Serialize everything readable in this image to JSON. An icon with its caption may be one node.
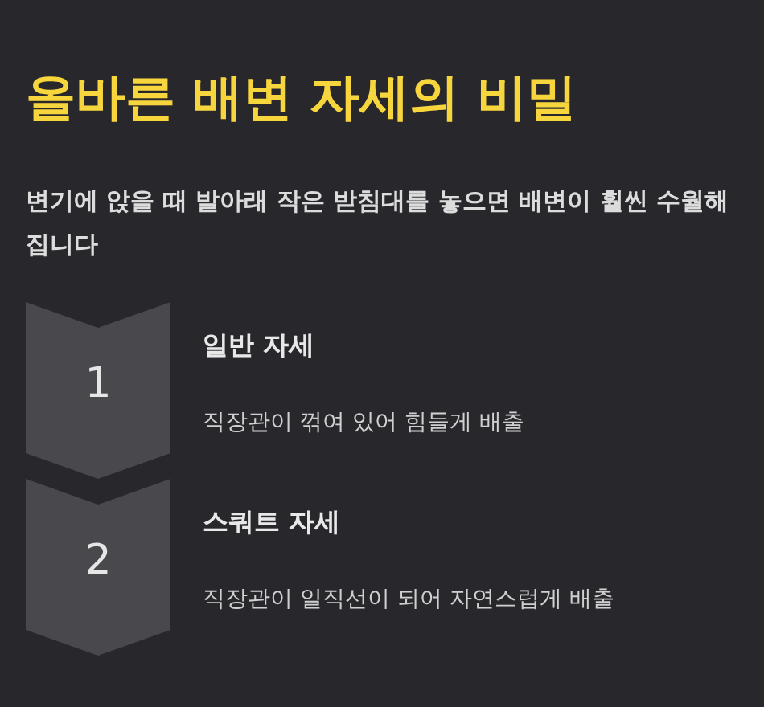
{
  "diagram": {
    "title": "올바른 배변 자세의 비밀",
    "nodes": [
      {
        "text": [
          "1"
        ],
        "beside": [
          "일반 자세",
          "직장관이 꺾여 있어 힘들게 배출"
        ]
      },
      {
        "text": [
          "2"
        ],
        "beside": [
          "스쿼트 자세",
          "직장관이 일직선이 되어 자연스럽게 배출"
        ]
      }
    ],
    "labels": [
      "변기에 앉을 때 발아래 작은 받침대를 놓으면 배변이 훨씬 수월해집니다"
    ]
  }
}
